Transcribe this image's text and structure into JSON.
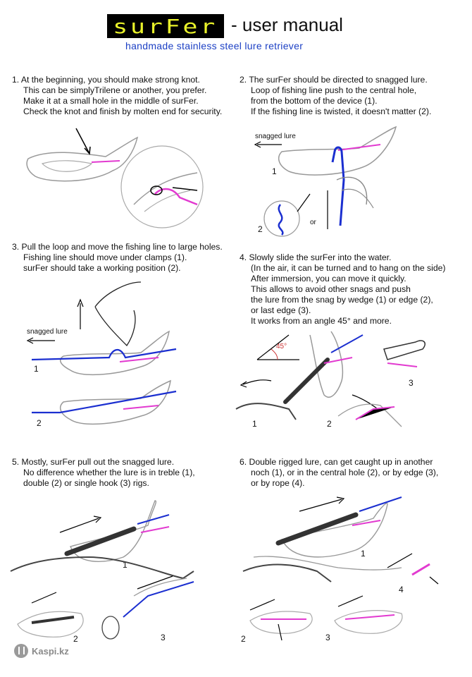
{
  "header": {
    "logo": "surFer",
    "title": "- user manual",
    "subtitle": "handmade stainless steel lure retriever"
  },
  "steps": [
    {
      "lines": [
        "1. At the beginning, you should make strong knot.",
        "This can be simplyTrilene or another, you prefer.",
        "Make it at a small hole in the middle of surFer.",
        "Check the knot and finish by molten end for security."
      ]
    },
    {
      "lines": [
        "2. The surFer should be directed to  snagged lure.",
        "Loop of fishing line push to the central hole,",
        "from the bottom of the device (1).",
        "If the fishing line is twisted, it doesn't matter (2)."
      ],
      "labels": {
        "snagged": "snagged lure",
        "n1": "1",
        "n2": "2",
        "or": "or"
      }
    },
    {
      "lines": [
        "3. Pull the loop and move the fishing line to large holes.",
        "Fishing line should move under clamps (1).",
        "surFer should take a working position (2)."
      ],
      "labels": {
        "snagged": "snagged lure",
        "n1": "1",
        "n2": "2"
      }
    },
    {
      "lines": [
        "4. Slowly slide the surFer into the water.",
        "(In the air, it can be turned and to hang on the side)",
        "After immersion, you can move it quickly.",
        "This allows to avoid other snags and push",
        "the lure from the snag by wedge (1) or edge (2),",
        "or last edge (3).",
        "It works from an angle 45° and more."
      ],
      "labels": {
        "angle": "45°",
        "n1": "1",
        "n2": "2",
        "n3": "3"
      }
    },
    {
      "lines": [
        "5. Mostly, surFer pull out the snagged lure.",
        "No difference whether the lure is in treble (1),",
        "double (2) or single hook (3) rigs."
      ],
      "labels": {
        "n1": "1",
        "n2": "2",
        "n3": "3"
      }
    },
    {
      "lines": [
        "6. Double rigged lure, can get caught up in another",
        "noch (1), or in the central hole (2), or by edge (3),",
        "or by rope (4)."
      ],
      "labels": {
        "n1": "1",
        "n2": "2",
        "n3": "3",
        "n4": "4"
      }
    }
  ],
  "footer": {
    "watermark": "Kaspi.kz"
  },
  "colors": {
    "line": "#1b2fd0",
    "lure": "#e23ad0",
    "logo_bg": "#000000",
    "logo_fg": "#e9f22a",
    "subtitle": "#1b3fc4"
  }
}
